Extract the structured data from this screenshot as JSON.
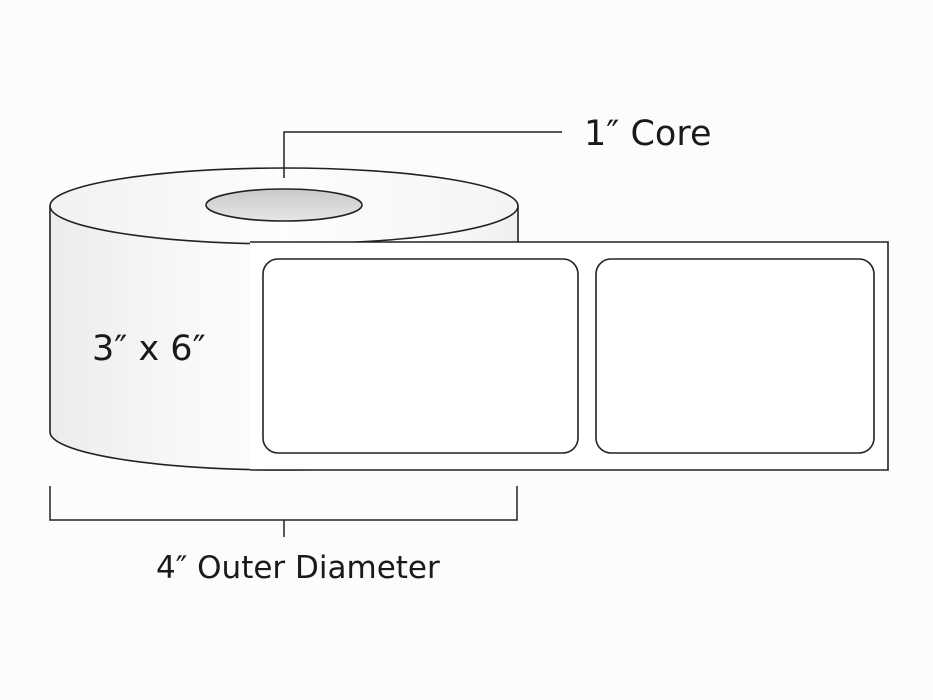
{
  "labels": {
    "core": "1″ Core",
    "size": "3″ x 6″",
    "outer_diameter": "4″ Outer Diameter"
  },
  "colors": {
    "background": "#fcfcfc",
    "stroke": "#222222",
    "label_fill": "#ffffff",
    "core_hole": "#d9d9d9",
    "roll_side_light": "#ffffff",
    "roll_side_dark": "#e4e4e4"
  }
}
